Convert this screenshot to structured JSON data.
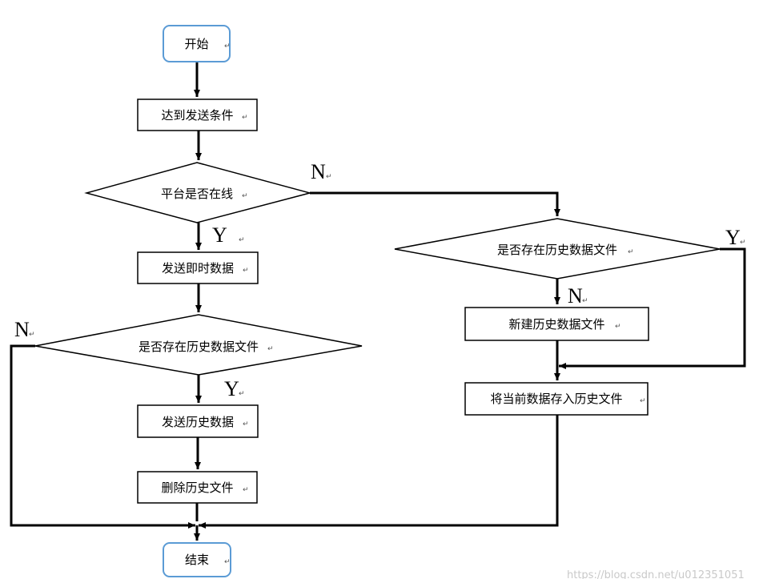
{
  "colors": {
    "terminal_border": "#5b9bd5",
    "line": "#000000"
  },
  "nodes": {
    "start": "开始",
    "reach_condition": "达到发送条件",
    "platform_online": "平台是否在线",
    "send_realtime": "发送即时数据",
    "left_history_exists": "是否存在历史数据文件",
    "send_history": "发送历史数据",
    "delete_history": "删除历史文件",
    "end": "结束",
    "right_history_exists": "是否存在历史数据文件",
    "create_history": "新建历史数据文件",
    "store_current": "将当前数据存入历史文件"
  },
  "branches": {
    "online_no": "N",
    "online_yes": "Y",
    "left_no": "N",
    "left_yes": "Y",
    "right_yes": "Y",
    "right_no": "N"
  },
  "paragraph_mark": "↵",
  "watermark": "https://blog.csdn.net/u012351051"
}
